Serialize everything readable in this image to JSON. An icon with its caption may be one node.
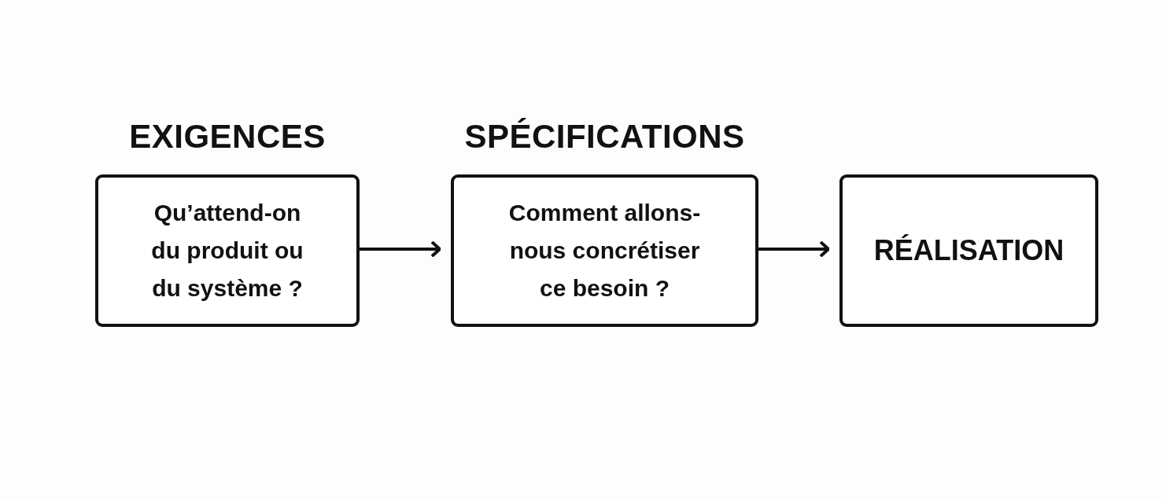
{
  "diagram": {
    "nodes": [
      {
        "text": [
          "EXIGENCES",
          "Qu’attend-on du produit ou du système ?"
        ]
      },
      {
        "text": [
          "SPÉCIFICATIONS",
          "Comment allons-nous concrétiser ce besoin ?"
        ]
      },
      {
        "text": [
          "RÉALISATION"
        ]
      }
    ],
    "edges": [
      {
        "from": 0,
        "to": 1,
        "arrow": "to"
      },
      {
        "from": 1,
        "to": 2,
        "arrow": "to"
      }
    ]
  }
}
